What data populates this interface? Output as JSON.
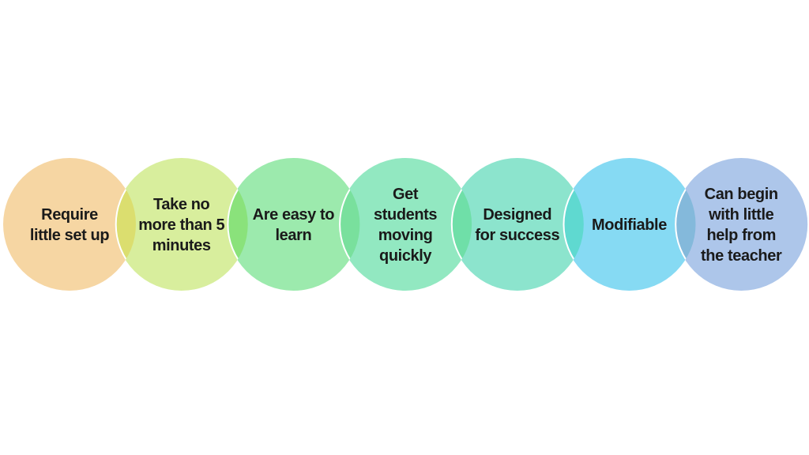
{
  "diagram": {
    "type": "overlapping-circles-row",
    "background": "#ffffff",
    "text_color": "#1a1a1a",
    "outline_color": "#ffffff",
    "items": [
      {
        "label": "Require little set up",
        "lines": [
          "Require",
          "little set up"
        ],
        "fill": "#f6d6a3"
      },
      {
        "label": "Take no more than 5 minutes",
        "lines": [
          "Take no",
          "more than 5",
          "minutes"
        ],
        "fill": "#d8ee9d"
      },
      {
        "label": "Are easy to learn",
        "lines": [
          "Are easy to",
          "learn"
        ],
        "fill": "#9ceaad"
      },
      {
        "label": "Get students moving quickly",
        "lines": [
          "Get",
          "students",
          "moving",
          "quickly"
        ],
        "fill": "#92e8c1"
      },
      {
        "label": "Designed for success",
        "lines": [
          "Designed",
          "for success"
        ],
        "fill": "#8ce4cd"
      },
      {
        "label": "Modifiable",
        "lines": [
          "Modifiable"
        ],
        "fill": "#86daf3"
      },
      {
        "label": "Can begin with little help from the teacher",
        "lines": [
          "Can begin",
          "with little",
          "help from",
          "the teacher"
        ],
        "fill": "#adc6ea"
      }
    ],
    "overlap_colors": [
      "#dbde6f",
      "#8ae27b",
      "#79e09d",
      "#6fdfa8",
      "#5fd9d0",
      "#84b9db"
    ]
  }
}
